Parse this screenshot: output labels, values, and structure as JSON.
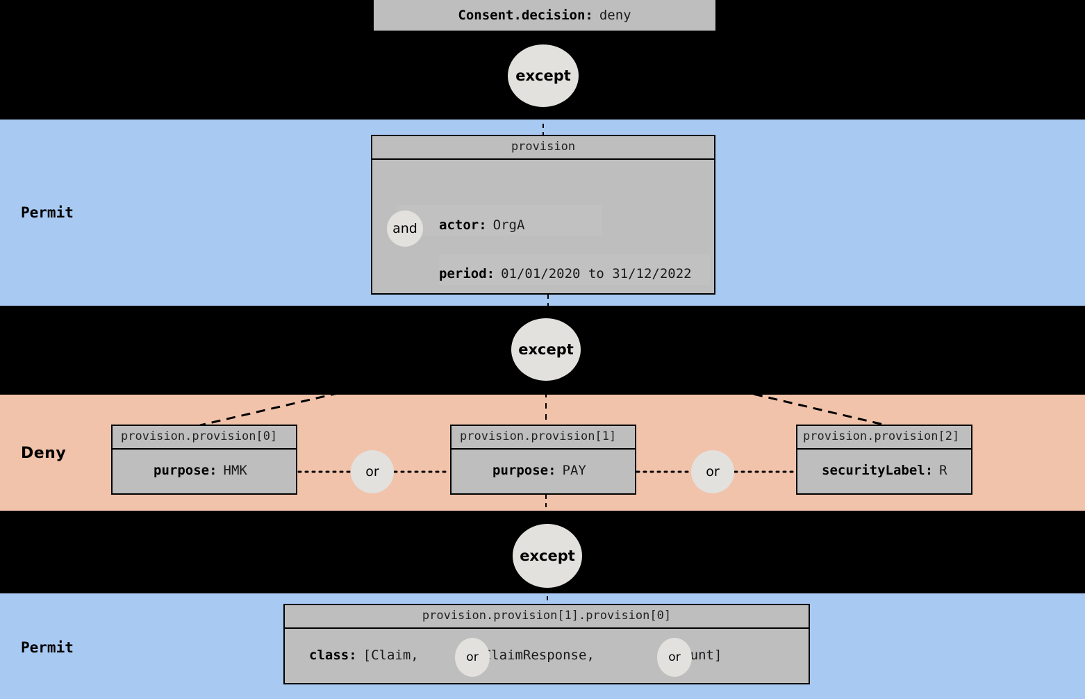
{
  "title_bar": {
    "key": "Consent.decision:",
    "value": "deny"
  },
  "bands": [
    {
      "label": "Permit",
      "color": "#a8caf2",
      "label_font": "mono"
    },
    {
      "label": "Deny",
      "color": "#f2c3ab",
      "label_font": "sans"
    },
    {
      "label": "Permit",
      "color": "#a8caf2",
      "label_font": "mono"
    }
  ],
  "operators": {
    "except": "except",
    "and": "and",
    "or": "or"
  },
  "nodes": {
    "provision": {
      "header": "provision",
      "rows": [
        {
          "key": "actor:",
          "value": "OrgA"
        },
        {
          "key": "period:",
          "value": "01/01/2020 to 31/12/2022"
        }
      ]
    },
    "provision_0": {
      "header": "provision.provision[0]",
      "rows": [
        {
          "key": "purpose:",
          "value": "HMK"
        }
      ]
    },
    "provision_1": {
      "header": "provision.provision[1]",
      "rows": [
        {
          "key": "purpose:",
          "value": "PAY"
        }
      ]
    },
    "provision_2": {
      "header": "provision.provision[2]",
      "rows": [
        {
          "key": "securityLabel:",
          "value": "R"
        }
      ]
    },
    "provision_1_0": {
      "header": "provision.provision[1].provision[0]",
      "class_row": {
        "key": "class:",
        "open": "[Claim,",
        "mid": "ClaimResponse,",
        "close": "Account]"
      }
    }
  },
  "colors": {
    "permit_band": "#a8caf2",
    "deny_band": "#f2c3ab",
    "node_fill": "#bebebe",
    "bubble_fill": "#e2e1de",
    "background": "#000000",
    "stroke": "#000000"
  }
}
